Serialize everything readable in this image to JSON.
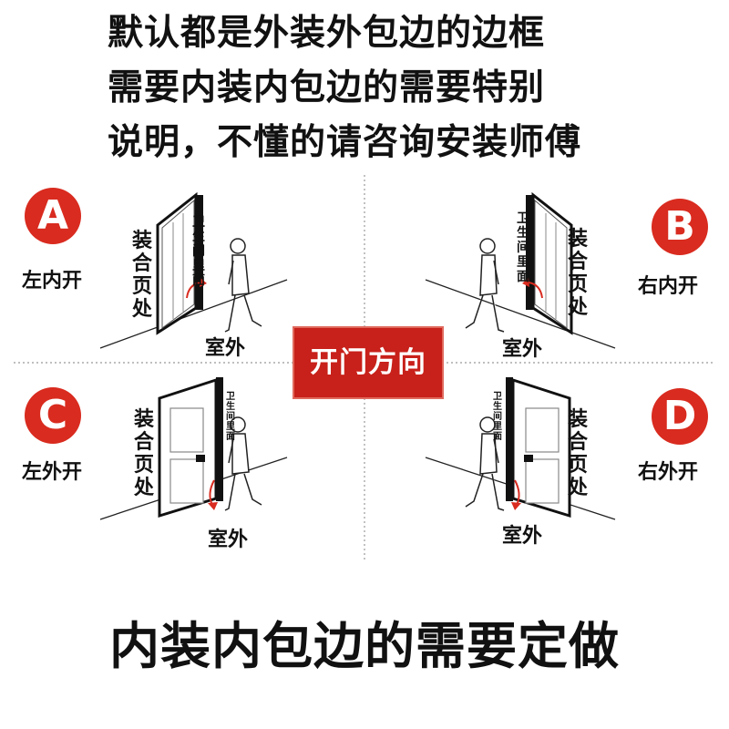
{
  "header": {
    "line1": "默认都是外装外包边的边框",
    "line2": "需要内装内包边的需要特别",
    "line3": "说明，不懂的请咨询安装师傅"
  },
  "center_label": "开门方向",
  "quadrants": [
    {
      "letter": "A",
      "caption": "左内开",
      "side_label": "装合页处",
      "room_label": "卫生间里面",
      "outside_label": "室外"
    },
    {
      "letter": "B",
      "caption": "右内开",
      "side_label": "装合页处",
      "room_label": "卫生间里面",
      "outside_label": "室外"
    },
    {
      "letter": "C",
      "caption": "左外开",
      "side_label": "装合页处",
      "room_label": "卫生间里面",
      "outside_label": "室外"
    },
    {
      "letter": "D",
      "caption": "右外开",
      "side_label": "装合页处",
      "room_label": "卫生间里面",
      "outside_label": "室外"
    }
  ],
  "footer": "内装内包边的需要定做",
  "colors": {
    "badge": "#d92b1f",
    "center_box": "#c8201a",
    "text": "#111111"
  }
}
